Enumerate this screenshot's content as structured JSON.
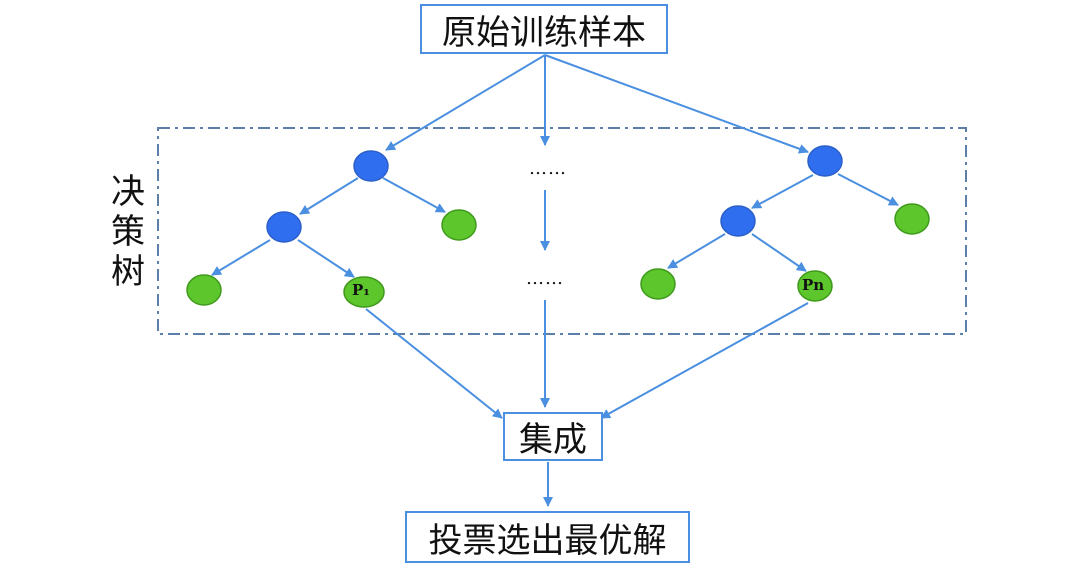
{
  "top_box": "原始训练样本",
  "group_label": "决策树",
  "ensemble_box": "集成",
  "bottom_box": "投票选出最优解",
  "ellipsis_top": "……",
  "ellipsis_bottom": "……",
  "leaf_label_first": "P₁",
  "leaf_label_last": "Pn",
  "colors": {
    "arrow": "#4a8fe0",
    "internal_node": "#2f6fef",
    "leaf_node": "#5cc62c",
    "frame": "#5b7fa8"
  }
}
